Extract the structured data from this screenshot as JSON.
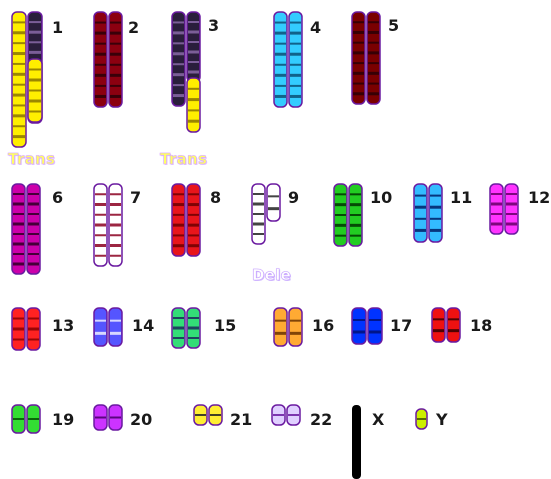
{
  "karyotype": {
    "annotations": {
      "trans_1": "Trans",
      "trans_3": "Trans",
      "dele_9": "Dele"
    },
    "chromosomes": [
      {
        "id": "1",
        "label": "1",
        "color": "#ffee00",
        "band": "#8a7300",
        "pair": true,
        "anomaly": "translocation",
        "translocation_color": "#2a1e3c"
      },
      {
        "id": "2",
        "label": "2",
        "color": "#8b0010",
        "band": "#2a0008",
        "pair": true
      },
      {
        "id": "3",
        "label": "3",
        "color": "#2a1e3c",
        "band": "#8a6aa8",
        "pair": true,
        "anomaly": "translocation",
        "translocation_color": "#ffee00"
      },
      {
        "id": "4",
        "label": "4",
        "color": "#33ccff",
        "band": "#0b4f75",
        "pair": true
      },
      {
        "id": "5",
        "label": "5",
        "color": "#7a0000",
        "band": "#2a0006",
        "pair": true
      },
      {
        "id": "6",
        "label": "6",
        "color": "#cc00aa",
        "band": "#2b0024",
        "pair": true
      },
      {
        "id": "7",
        "label": "7",
        "color": "#ffffff",
        "band": "#8b0020",
        "pair": true
      },
      {
        "id": "8",
        "label": "8",
        "color": "#e8151b",
        "band": "#6b0000",
        "pair": true
      },
      {
        "id": "9",
        "label": "9",
        "color": "#ffffff",
        "band": "#222222",
        "pair": true,
        "anomaly": "deletion"
      },
      {
        "id": "10",
        "label": "10",
        "color": "#22cc22",
        "band": "#003300",
        "pair": true
      },
      {
        "id": "11",
        "label": "11",
        "color": "#33bbff",
        "band": "#001f66",
        "pair": true
      },
      {
        "id": "12",
        "label": "12",
        "color": "#ff33ff",
        "band": "#660066",
        "pair": true
      },
      {
        "id": "13",
        "label": "13",
        "color": "#ff2222",
        "band": "#880000",
        "pair": true
      },
      {
        "id": "14",
        "label": "14",
        "color": "#5555ff",
        "band": "#eeeeff",
        "pair": true
      },
      {
        "id": "15",
        "label": "15",
        "color": "#33dd77",
        "band": "#1a2a5a",
        "pair": true
      },
      {
        "id": "16",
        "label": "16",
        "color": "#ffaa33",
        "band": "#6a3300",
        "pair": true
      },
      {
        "id": "17",
        "label": "17",
        "color": "#0033ff",
        "band": "#001077",
        "pair": true
      },
      {
        "id": "18",
        "label": "18",
        "color": "#ee1111",
        "band": "#330000",
        "pair": true
      },
      {
        "id": "19",
        "label": "19",
        "color": "#33dd33",
        "band": "#005500",
        "pair": true
      },
      {
        "id": "20",
        "label": "20",
        "color": "#cc33ff",
        "band": "#440066",
        "pair": true
      },
      {
        "id": "21",
        "label": "21",
        "color": "#ffee33",
        "band": "#222222",
        "pair": true
      },
      {
        "id": "22",
        "label": "22",
        "color": "#e0d0ff",
        "band": "#6a1aa0",
        "pair": true
      },
      {
        "id": "X",
        "label": "X",
        "color": "#000000",
        "band": "#000000",
        "pair": false
      },
      {
        "id": "Y",
        "label": "Y",
        "color": "#ccee00",
        "band": "#445500",
        "pair": false
      }
    ]
  }
}
